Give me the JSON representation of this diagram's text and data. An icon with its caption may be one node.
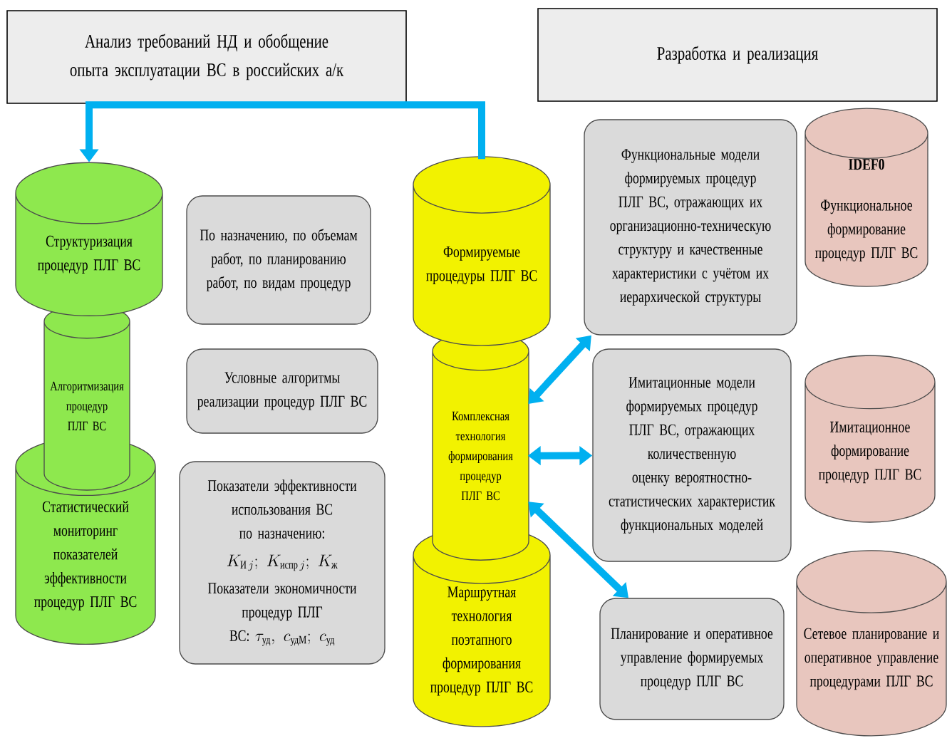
{
  "diagram": {
    "nodes": [
      {
        "text": [
          "Анализ требований НД и обобщение опыта эксплуатации ВС в российских а/к"
        ]
      },
      {
        "text": [
          "Разработка и реализация"
        ]
      },
      {
        "text": [
          "Структуризация процедур ПЛГ ВС"
        ]
      },
      {
        "text": [
          "Алгоритмизация процедур ПЛГ ВС"
        ]
      },
      {
        "text": [
          "Статистический мониторинг показателей эффективности процедур ПЛГ ВС"
        ]
      },
      {
        "text": [
          "По назначению, по объемам работ, по планированию работ, по видам процедур"
        ]
      },
      {
        "text": [
          "Условные алгоритмы реализации процедур ПЛГ ВС"
        ]
      },
      {
        "text": [
          "Показатели эффективности использования ВС по назначению:",
          "K_{\\text{И}\\,j};\\ K_{\\text{испр}\\,j};\\ K_{\\text{ж}}",
          "Показатели экономичности процедур ПЛГ ВС:",
          "\\tau_{\\text{уд}},\\ c_{\\text{удМ}};\\ c_{\\text{уд}}"
        ]
      },
      {
        "text": [
          "Формируемые процедуры ПЛГ ВС"
        ]
      },
      {
        "text": [
          "Комплексная технология формирования процедур ПЛГ ВС"
        ]
      },
      {
        "text": [
          "Маршрутная технология поэтапного формирования процедур ПЛГ ВС"
        ]
      },
      {
        "text": [
          "Функциональные модели формируемых процедур ПЛГ ВС, отражающих их организационно-техническую структуру и качественные характеристики с учётом их иерархической структуры"
        ]
      },
      {
        "text": [
          "Имитационные модели формируемых процедур ПЛГ ВС, отражающих количественную оценку вероятностно-статистических характеристик функциональных моделей"
        ]
      },
      {
        "text": [
          "Планирование и оперативное управление формируемых процедур ПЛГ ВС"
        ]
      },
      {
        "text": [
          "IDEF0",
          "Функциональное формирование процедур ПЛГ ВС"
        ]
      },
      {
        "text": [
          "Имитационное формирование процедур ПЛГ ВС"
        ]
      },
      {
        "text": [
          "Сетевое планирование и оперативное управление процедурами ПЛГ ВС"
        ]
      }
    ],
    "edges": [
      {
        "from": 8,
        "to": 2,
        "arrow": "to"
      },
      {
        "from": 9,
        "to": 11,
        "arrow": "both"
      },
      {
        "from": 9,
        "to": 12,
        "arrow": "both"
      },
      {
        "from": 9,
        "to": 13,
        "arrow": "both"
      }
    ]
  }
}
